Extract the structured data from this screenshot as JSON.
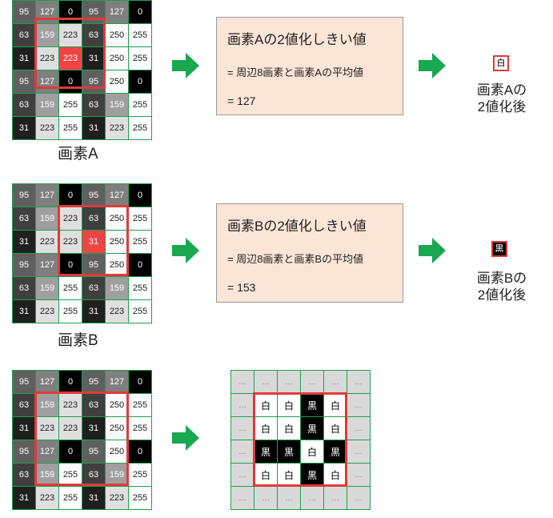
{
  "grid_values": [
    [
      95,
      127,
      0,
      95,
      127,
      0
    ],
    [
      63,
      159,
      223,
      63,
      250,
      255
    ],
    [
      31,
      223,
      223,
      31,
      250,
      255
    ],
    [
      95,
      127,
      0,
      95,
      250,
      0
    ],
    [
      63,
      159,
      255,
      63,
      159,
      255
    ],
    [
      31,
      223,
      255,
      31,
      223,
      255
    ]
  ],
  "pixel_a": {
    "caption": "画素A",
    "box_title": "画素Aの2値化しきい値",
    "box_formula": "= 周辺8画素と画素Aの平均値",
    "box_value": "= 127",
    "result_glyph": "白",
    "result_label_line1": "画素Aの",
    "result_label_line2": "2値化後"
  },
  "pixel_b": {
    "caption": "画素B",
    "box_title": "画素Bの2値化しきい値",
    "box_formula": "= 周辺8画素と画素Bの平均値",
    "box_value": "= 153",
    "result_glyph": "黒",
    "result_label_line1": "画素Bの",
    "result_label_line2": "2値化後"
  },
  "binary_result": {
    "outer_glyph": "…",
    "rows": [
      [
        "白",
        "白",
        "黒",
        "白"
      ],
      [
        "白",
        "白",
        "黒",
        "白"
      ],
      [
        "黒",
        "黒",
        "白",
        "黒"
      ],
      [
        "白",
        "白",
        "黒",
        "白"
      ]
    ]
  },
  "colors": {
    "grid_line": "#1f9f4f",
    "highlight": "#e03a3a",
    "center_pixel": "#f04444",
    "arrow": "#19a84f",
    "info_box": "#fbe5d6"
  }
}
